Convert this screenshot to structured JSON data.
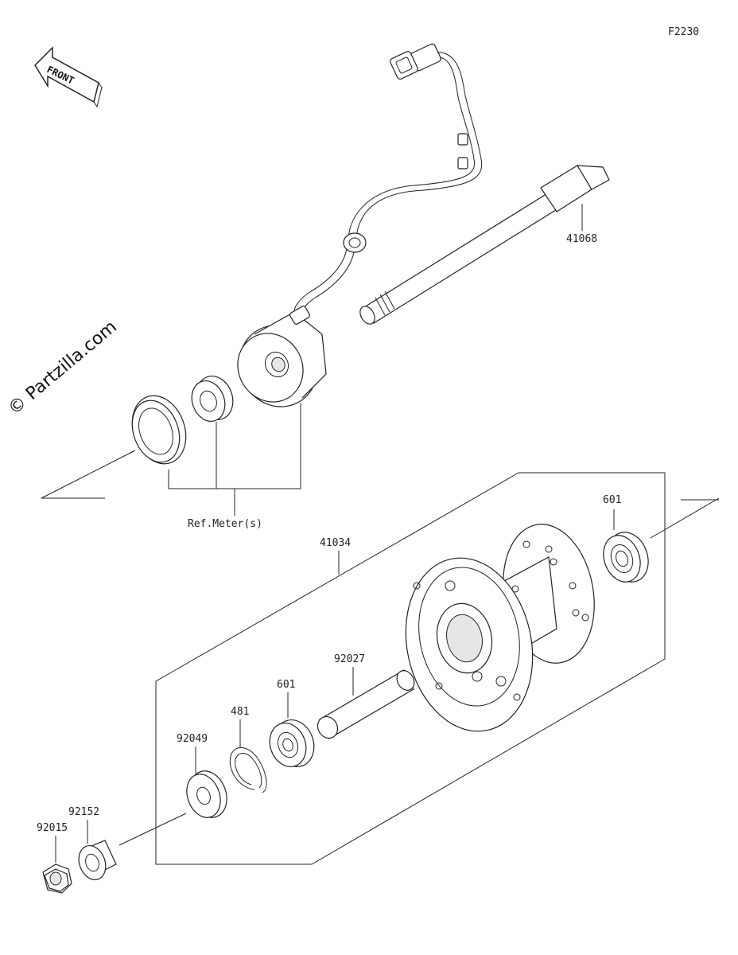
{
  "figure_id": "F2230",
  "watermark": "© Partzilla.com",
  "front_label": "FRONT",
  "reference_label": "Ref.Meter(s)",
  "parts": [
    {
      "number": "41068"
    },
    {
      "number": "41034"
    },
    {
      "number": "601"
    },
    {
      "number": "92027"
    },
    {
      "number": "601"
    },
    {
      "number": "481"
    },
    {
      "number": "92049"
    },
    {
      "number": "92152"
    },
    {
      "number": "92015"
    }
  ]
}
